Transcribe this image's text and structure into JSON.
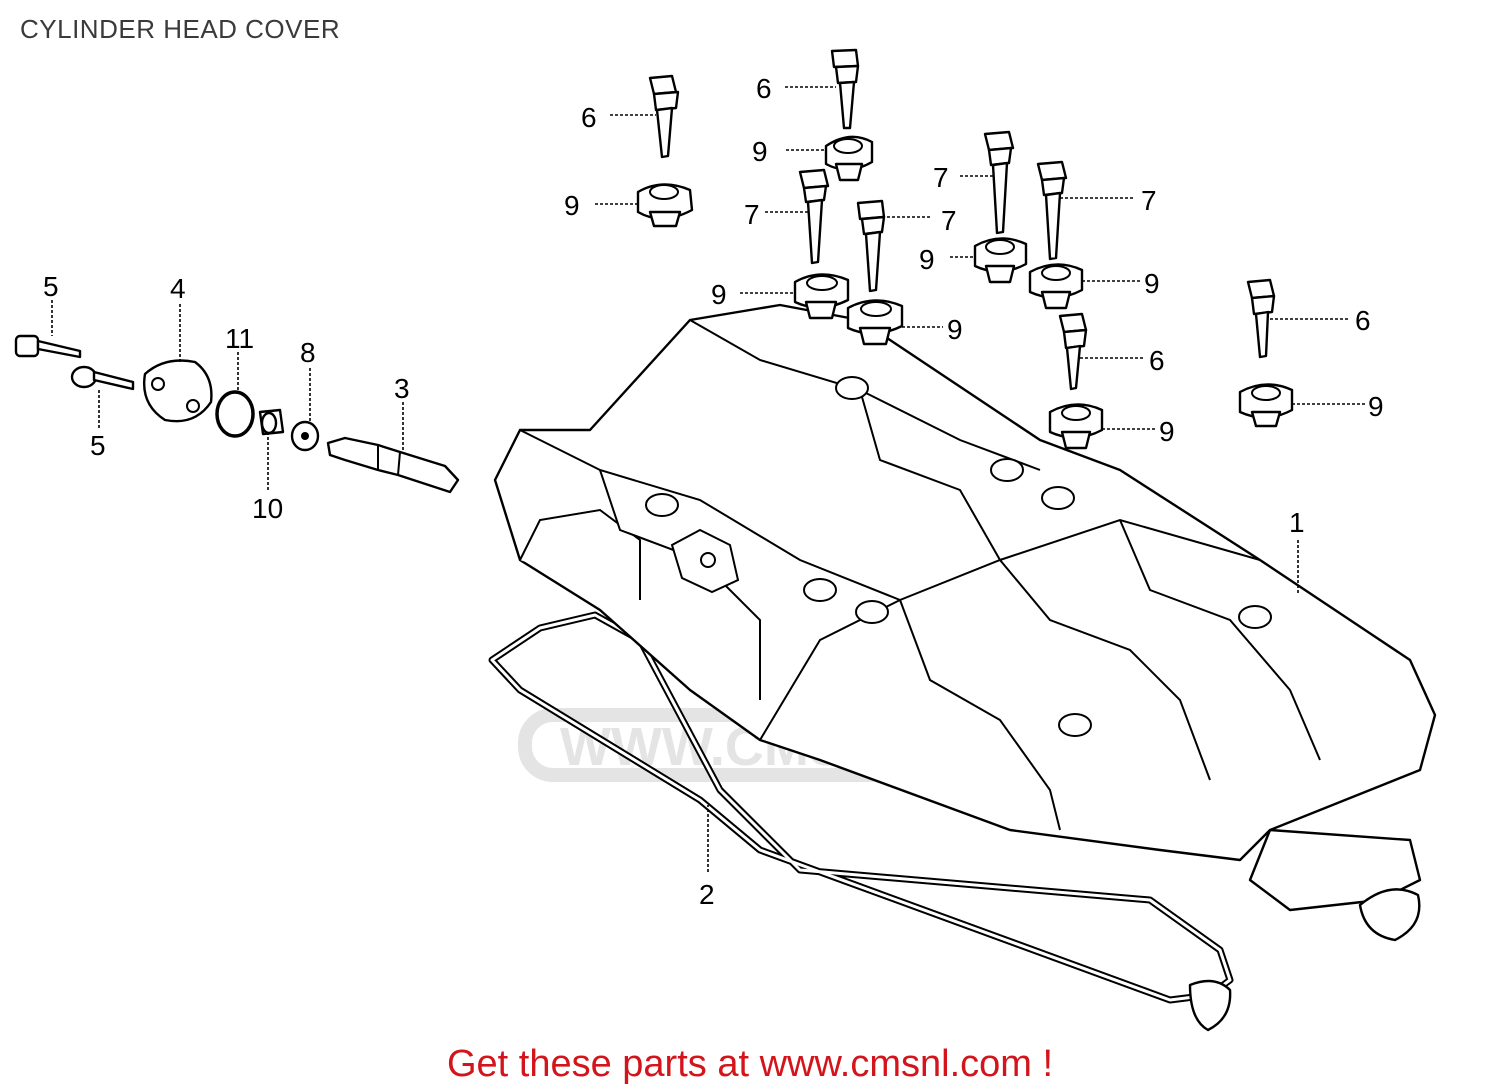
{
  "title": "CYLINDER HEAD COVER",
  "footer": {
    "text": "Get these parts at www.cmsnl.com !",
    "color": "#d3141b"
  },
  "watermark": {
    "text": "WWW.CMS"
  },
  "callouts": {
    "n1": "1",
    "n2": "2",
    "n3": "3",
    "n4": "4",
    "n5a": "5",
    "n5b": "5",
    "n6a": "6",
    "n6b": "6",
    "n6c": "6",
    "n6d": "6",
    "n7a": "7",
    "n7b": "7",
    "n7c": "7",
    "n7d": "7",
    "n8": "8",
    "n9a": "9",
    "n9b": "9",
    "n9c": "9",
    "n9d": "9",
    "n9e": "9",
    "n9f": "9",
    "n9g": "9",
    "n9h": "9",
    "n10": "10",
    "n11": "11"
  }
}
